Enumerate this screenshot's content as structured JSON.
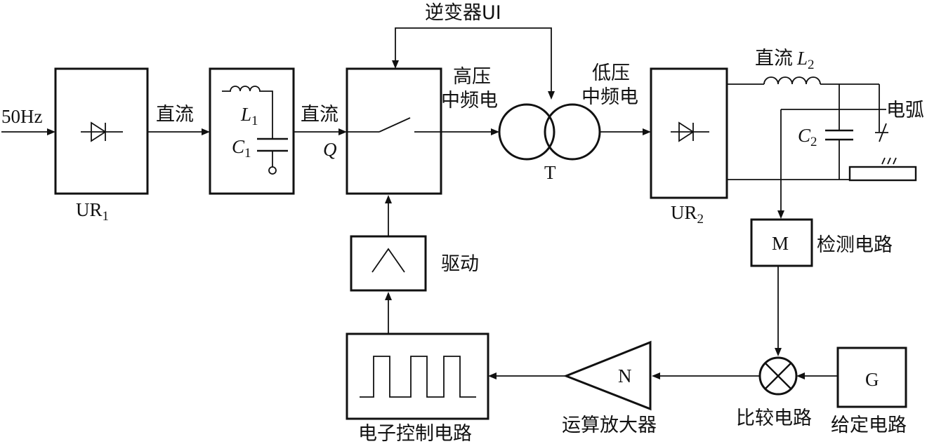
{
  "labels": {
    "input_freq": "50Hz",
    "dc_1": "直流",
    "dc_2": "直流",
    "dc_l2": "直流",
    "inverter": "逆变器UI",
    "high_voltage_line1": "高压",
    "high_voltage_line2": "中频电",
    "low_voltage_line1": "低压",
    "low_voltage_line2": "中频电",
    "arc": "电弧",
    "drive": "驱动",
    "detect_circuit": "检测电路",
    "compare_circuit": "比较电路",
    "given_circuit": "给定电路",
    "op_amp": "运算放大器",
    "electronic_control": "电子控制电路"
  },
  "components": {
    "ur1": {
      "main": "UR",
      "sub": "1"
    },
    "ur2": {
      "main": "UR",
      "sub": "2"
    },
    "l1": {
      "main": "L",
      "sub": "1"
    },
    "c1": {
      "main": "C",
      "sub": "1"
    },
    "l2": {
      "main": "L",
      "sub": "2"
    },
    "c2": {
      "main": "C",
      "sub": "2"
    },
    "q": "Q",
    "t": "T",
    "m": "M",
    "n": "N",
    "g": "G"
  }
}
